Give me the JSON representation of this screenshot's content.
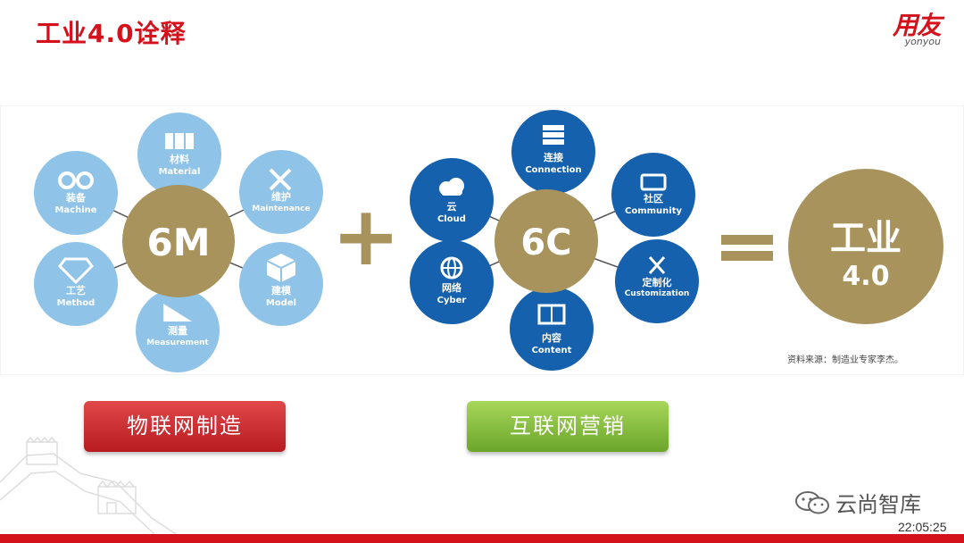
{
  "slide": {
    "title": "工业4.0诠释"
  },
  "logo": {
    "cn": "用友",
    "en": "yonyou"
  },
  "diagram": {
    "left_hub": "6M",
    "left_nodes": [
      {
        "cn": "材料",
        "en": "Material",
        "icon": "book-icon"
      },
      {
        "cn": "维护",
        "en": "Maintenance",
        "icon": "tools-icon"
      },
      {
        "cn": "建模",
        "en": "Model",
        "icon": "cube-icon"
      },
      {
        "cn": "测量",
        "en": "Measurement",
        "icon": "ruler-icon"
      },
      {
        "cn": "工艺",
        "en": "Method",
        "icon": "diamond-icon"
      },
      {
        "cn": "装备",
        "en": "Machine",
        "icon": "gears-icon"
      }
    ],
    "plus": "+",
    "right_hub": "6C",
    "right_nodes": [
      {
        "cn": "连接",
        "en": "Connection",
        "icon": "server-icon"
      },
      {
        "cn": "社区",
        "en": "Community",
        "icon": "chat-icon"
      },
      {
        "cn": "定制化",
        "en": "Customization",
        "icon": "scissors-icon"
      },
      {
        "cn": "内容",
        "en": "Content",
        "icon": "document-icon"
      },
      {
        "cn": "网络",
        "en": "Cyber",
        "icon": "globe-icon"
      },
      {
        "cn": "云",
        "en": "Cloud",
        "icon": "cloud-icon"
      }
    ],
    "equals": "=",
    "result_line1": "工业",
    "result_line2": "4.0",
    "source": "资料来源：制造业专家李杰。"
  },
  "buttons": {
    "left": "物联网制造",
    "right": "互联网营销"
  },
  "brand": {
    "name": "云尚智库"
  },
  "timestamp": "22:05:25",
  "colors": {
    "red": "#d4121c",
    "gold": "#a8935c",
    "light_blue": "#8fc3e8",
    "dark_blue": "#1561ad"
  }
}
